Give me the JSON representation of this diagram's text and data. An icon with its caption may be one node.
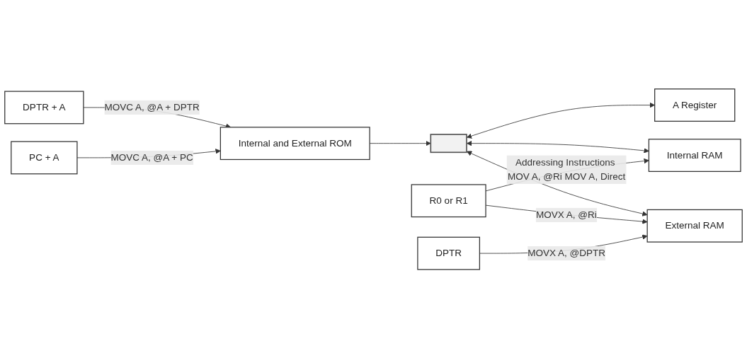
{
  "diagram": {
    "nodes": [
      {
        "text": [],
        "shape": "bar"
      },
      {
        "text": [
          "A Register"
        ]
      },
      {
        "text": [
          "Internal RAM"
        ]
      },
      {
        "text": [
          "External RAM"
        ]
      },
      {
        "text": [
          "Internal and External ROM"
        ]
      },
      {
        "text": [
          "R0 or R1"
        ]
      },
      {
        "text": [
          "DPTR"
        ]
      },
      {
        "text": [
          "DPTR + A"
        ]
      },
      {
        "text": [
          "PC + A"
        ]
      }
    ],
    "edges": [
      {
        "from": 0,
        "to": 1,
        "arrow": "both"
      },
      {
        "from": 0,
        "to": 2,
        "arrow": "both"
      },
      {
        "from": 0,
        "to": 3,
        "arrow": "both"
      },
      {
        "from": 4,
        "to": 0,
        "arrow": "to"
      },
      {
        "from": 5,
        "to": 2,
        "arrow": "to",
        "label": "Addressing Instructions MOV A, @Ri MOV A, Direct"
      },
      {
        "from": 5,
        "to": 3,
        "arrow": "to",
        "label": "MOVX A, @Ri"
      },
      {
        "from": 6,
        "to": 3,
        "arrow": "to",
        "label": "MOVX A, @DPTR"
      },
      {
        "from": 7,
        "to": 4,
        "arrow": "to",
        "label": "MOVC A, @A + DPTR"
      },
      {
        "from": 8,
        "to": 4,
        "arrow": "to",
        "label": "MOVC A, @A + PC"
      }
    ]
  }
}
